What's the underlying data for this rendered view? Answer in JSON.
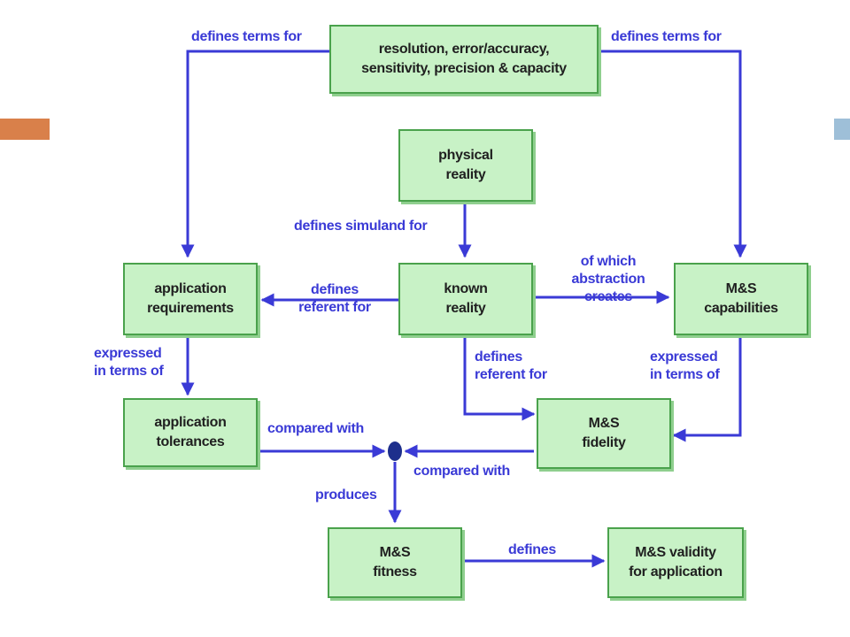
{
  "nodes": {
    "quality_terms": "resolution, error/accuracy,\nsensitivity, precision & capacity",
    "physical_reality": "physical\nreality",
    "application_requirements": "application\nrequirements",
    "known_reality": "known\nreality",
    "ms_capabilities": "M&S\ncapabilities",
    "application_tolerances": "application\ntolerances",
    "ms_fidelity": "M&S\nfidelity",
    "ms_fitness": "M&S\nfitness",
    "ms_validity": "M&S validity\nfor application"
  },
  "edge_labels": {
    "defines_terms_left": "defines terms for",
    "defines_terms_right": "defines terms for",
    "defines_simuland": "defines simuland for",
    "defines_referent_left": "defines\nreferent for",
    "abstraction_creates": "of which\nabstraction\ncreates",
    "expressed_left": "expressed\nin terms of",
    "defines_referent_fidelity": "defines\nreferent for",
    "expressed_right": "expressed\nin terms of",
    "compared_with_top": "compared with",
    "compared_with_bottom": "compared with",
    "produces": "produces",
    "defines": "defines"
  },
  "colors": {
    "box_fill": "#c8f2c6",
    "box_border": "#4aa24c",
    "arrow": "#3a3ad6",
    "label": "#3a3ad6",
    "accent_left": "#d9804a",
    "accent_right": "#9ebfd8"
  }
}
